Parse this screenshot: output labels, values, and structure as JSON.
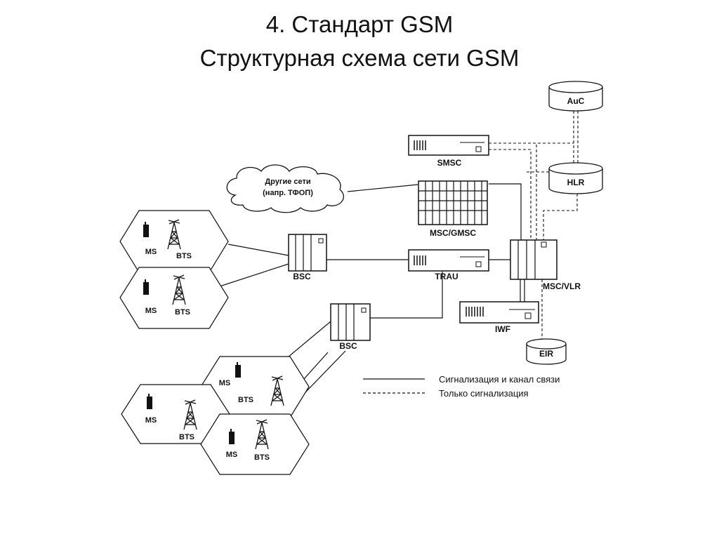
{
  "title": {
    "line1": "4. Стандарт GSM",
    "line2": "Структурная схема сети GSM"
  },
  "nodes": {
    "auc": "AuC",
    "smsc": "SMSC",
    "hlr": "HLR",
    "other_networks_line1": "Другие сети",
    "other_networks_line2": "(напр. ТФОП)",
    "msc_gmsc": "MSC/GMSC",
    "bsc_1": "BSC",
    "trau": "TRAU",
    "msc_vlr": "MSC/VLR",
    "iwf": "IWF",
    "eir": "EIR",
    "bsc_2": "BSC"
  },
  "cells": {
    "ms_label": "MS",
    "bts_label": "BTS"
  },
  "legend": {
    "solid": "Сигнализация и канал связи",
    "dashed": "Только сигнализация"
  }
}
